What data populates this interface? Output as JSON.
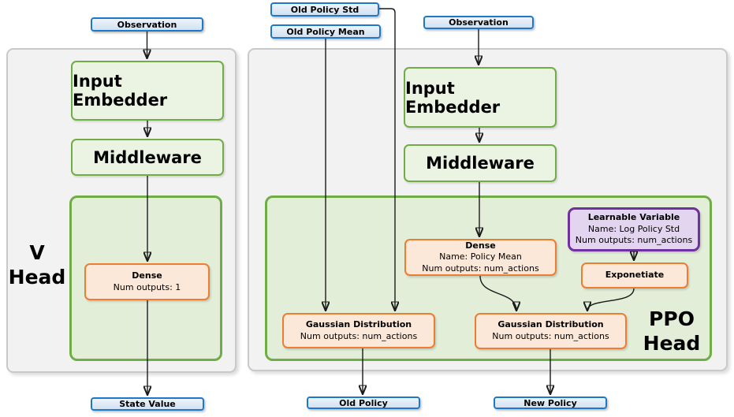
{
  "left_panel": {
    "label_line1": "V",
    "label_line2": "Head",
    "inputs": {
      "observation": "Observation"
    },
    "nodes": {
      "input_embedder": "Input Embedder",
      "middleware": "Middleware",
      "dense": {
        "title": "Dense",
        "line1": "Num outputs: 1"
      }
    },
    "outputs": {
      "state_value": "State Value"
    }
  },
  "right_panel": {
    "label_line1": "PPO",
    "label_line2": "Head",
    "inputs": {
      "old_policy_std": "Old Policy Std",
      "old_policy_mean": "Old Policy Mean",
      "observation": "Observation"
    },
    "nodes": {
      "input_embedder": "Input Embedder",
      "middleware": "Middleware",
      "dense": {
        "title": "Dense",
        "line1": "Name: Policy Mean",
        "line2": "Num outputs: num_actions"
      },
      "learnable_variable": {
        "title": "Learnable Variable",
        "line1": "Name: Log Policy Std",
        "line2": "Num outputs: num_actions"
      },
      "exponetiate": "Exponetiate",
      "gaussian_old": {
        "title": "Gaussian Distribution",
        "line1": "Num outputs: num_actions"
      },
      "gaussian_new": {
        "title": "Gaussian Distribution",
        "line1": "Num outputs: num_actions"
      }
    },
    "outputs": {
      "old_policy": "Old Policy",
      "new_policy": "New Policy"
    }
  },
  "colors": {
    "io_border": "#1e78c8",
    "io_fill_top": "#edf3fa",
    "io_fill_bot": "#d2e2f2",
    "green_border": "#70ad47",
    "green_fill": "#ebf3e2",
    "green_panel_fill": "#e3eed9",
    "orange_border": "#ed7d31",
    "orange_fill": "#fce8d8",
    "purple_border": "#7030a0",
    "purple_fill": "#e3d5f0",
    "panel_fill": "#f2f2f2",
    "panel_border": "#c9c9c9",
    "line_color": "#1a1a1a"
  }
}
